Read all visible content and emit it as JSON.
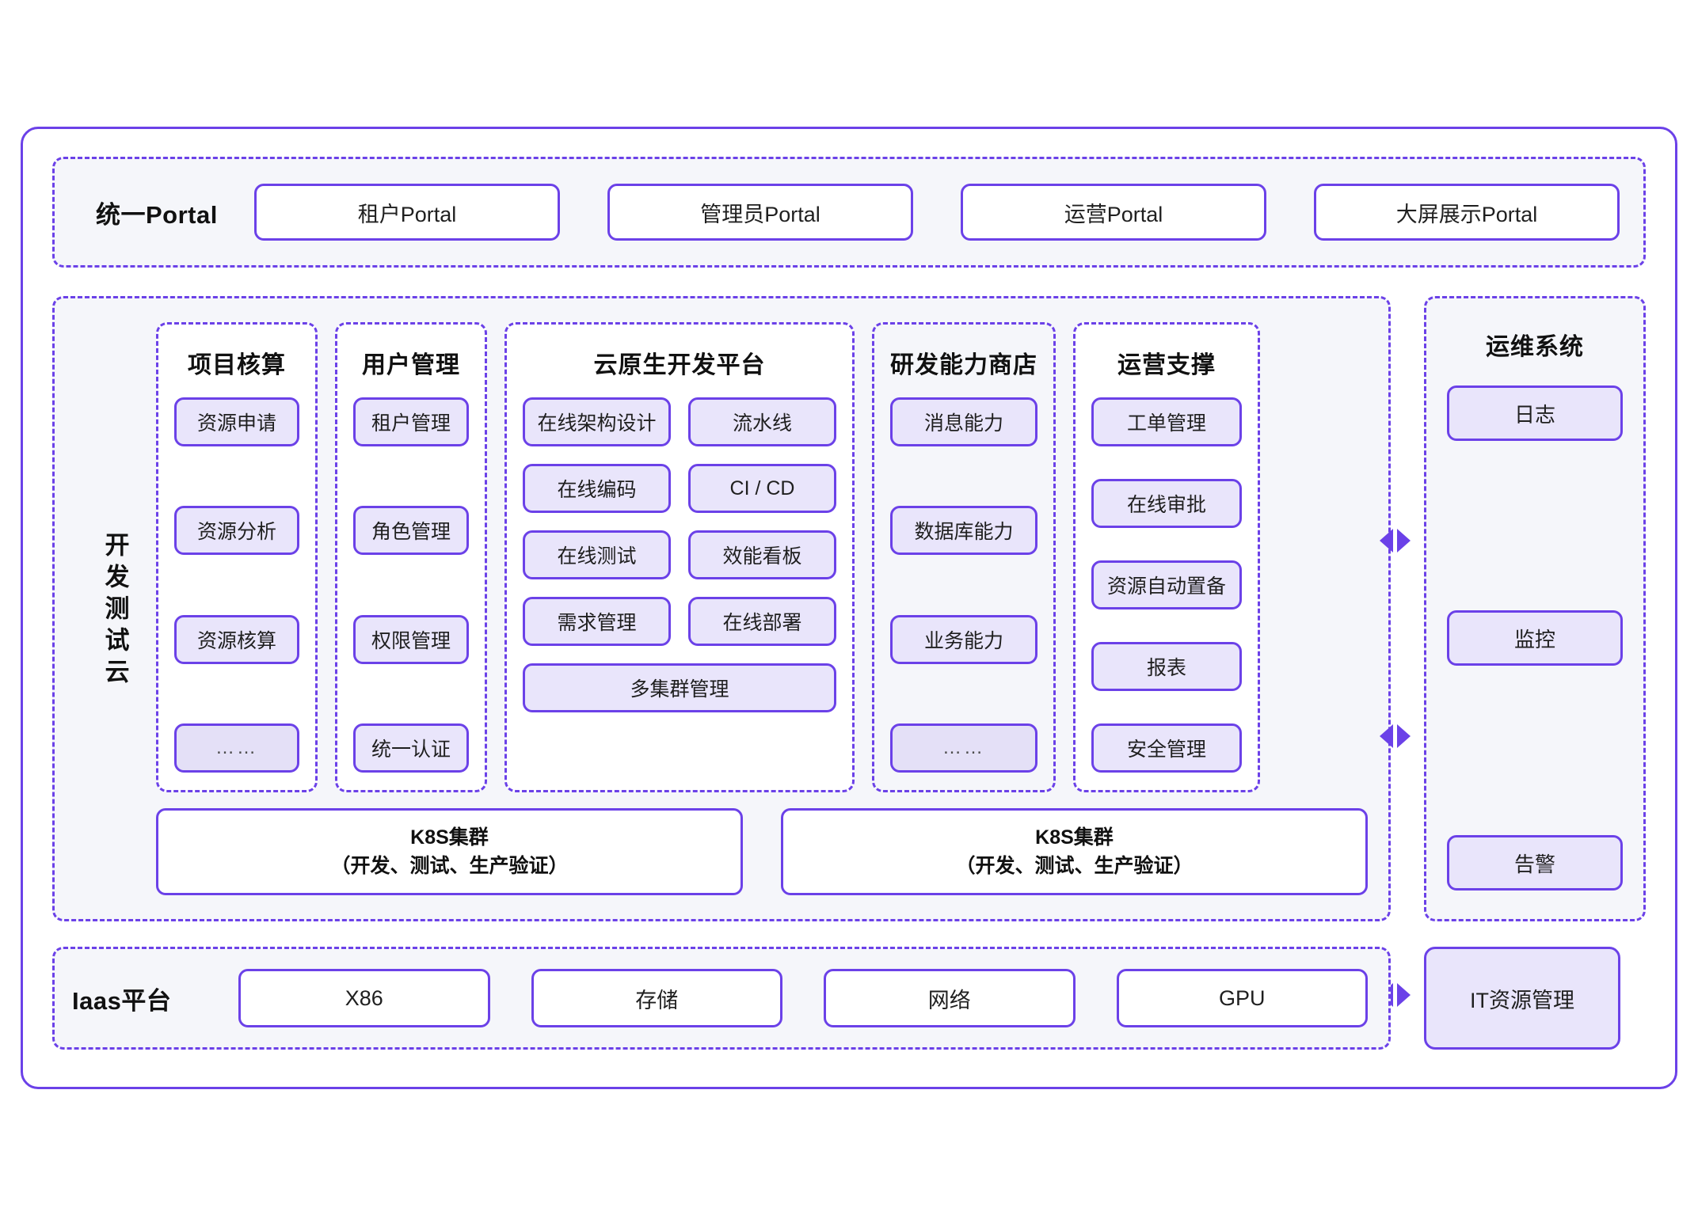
{
  "theme": {
    "accent": "#6b41e8",
    "chip_fill": "#e9e5fb",
    "section_fill": "#f5f6fa",
    "page_bg": "#ffffff"
  },
  "portal": {
    "label": "统一Portal",
    "items": [
      {
        "label": "租户Portal"
      },
      {
        "label": "管理员Portal"
      },
      {
        "label": "运营Portal"
      },
      {
        "label": "大屏展示Portal"
      }
    ]
  },
  "devtest": {
    "label": "开发测试云",
    "columns": [
      {
        "title": "项目核算",
        "items": [
          {
            "label": "资源申请"
          },
          {
            "label": "资源分析"
          },
          {
            "label": "资源核算"
          },
          {
            "label": "……"
          }
        ]
      },
      {
        "title": "用户管理",
        "items": [
          {
            "label": "租户管理"
          },
          {
            "label": "角色管理"
          },
          {
            "label": "权限管理"
          },
          {
            "label": "统一认证"
          }
        ]
      },
      {
        "title": "云原生开发平台",
        "rows": [
          {
            "left": "在线架构设计",
            "right": "流水线"
          },
          {
            "left": "在线编码",
            "right": "CI / CD"
          },
          {
            "left": "在线测试",
            "right": "效能看板"
          },
          {
            "left": "需求管理",
            "right": "在线部署"
          }
        ],
        "wide": "多集群管理"
      },
      {
        "title": "研发能力商店",
        "items": [
          {
            "label": "消息能力"
          },
          {
            "label": "数据库能力"
          },
          {
            "label": "业务能力"
          },
          {
            "label": "……"
          }
        ]
      },
      {
        "title": "运营支撑",
        "items": [
          {
            "label": "工单管理"
          },
          {
            "label": "在线审批"
          },
          {
            "label": "资源自动置备"
          },
          {
            "label": "报表"
          },
          {
            "label": "安全管理"
          }
        ]
      }
    ],
    "clusters": [
      {
        "line1": "K8S集群",
        "line2": "（开发、测试、生产验证）"
      },
      {
        "line1": "K8S集群",
        "line2": "（开发、测试、生产验证）"
      }
    ]
  },
  "ops": {
    "title": "运维系统",
    "items": [
      {
        "label": "日志"
      },
      {
        "label": "监控"
      },
      {
        "label": "告警"
      }
    ]
  },
  "iaas": {
    "label": "Iaas平台",
    "items": [
      {
        "label": "X86"
      },
      {
        "label": "存储"
      },
      {
        "label": "网络"
      },
      {
        "label": "GPU"
      }
    ],
    "it_resource": "IT资源管理"
  }
}
